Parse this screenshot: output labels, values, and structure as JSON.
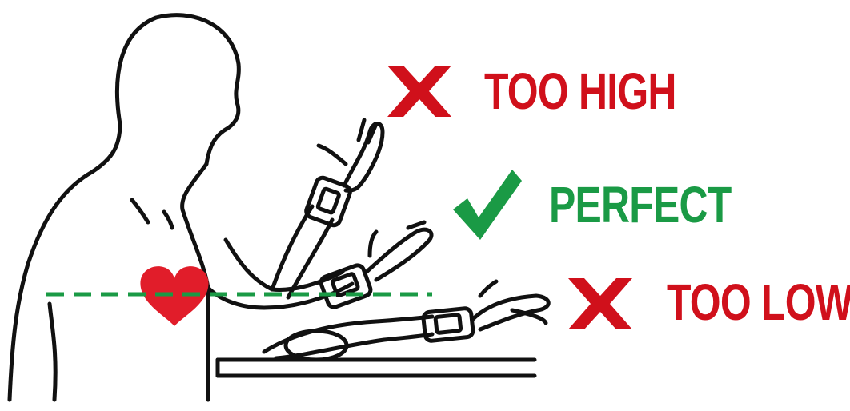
{
  "labels": {
    "too_high": "TOO HIGH",
    "perfect": "PERFECT",
    "too_low": "TOO LOW"
  },
  "icons": {
    "wrong": "cross-icon",
    "right": "checkmark-icon",
    "heart": "heart-icon"
  },
  "colors": {
    "wrong": "#d0101b",
    "right": "#1a9a45",
    "line": "#1a9a45",
    "heart": "#e11d2a",
    "ink": "#111111"
  }
}
